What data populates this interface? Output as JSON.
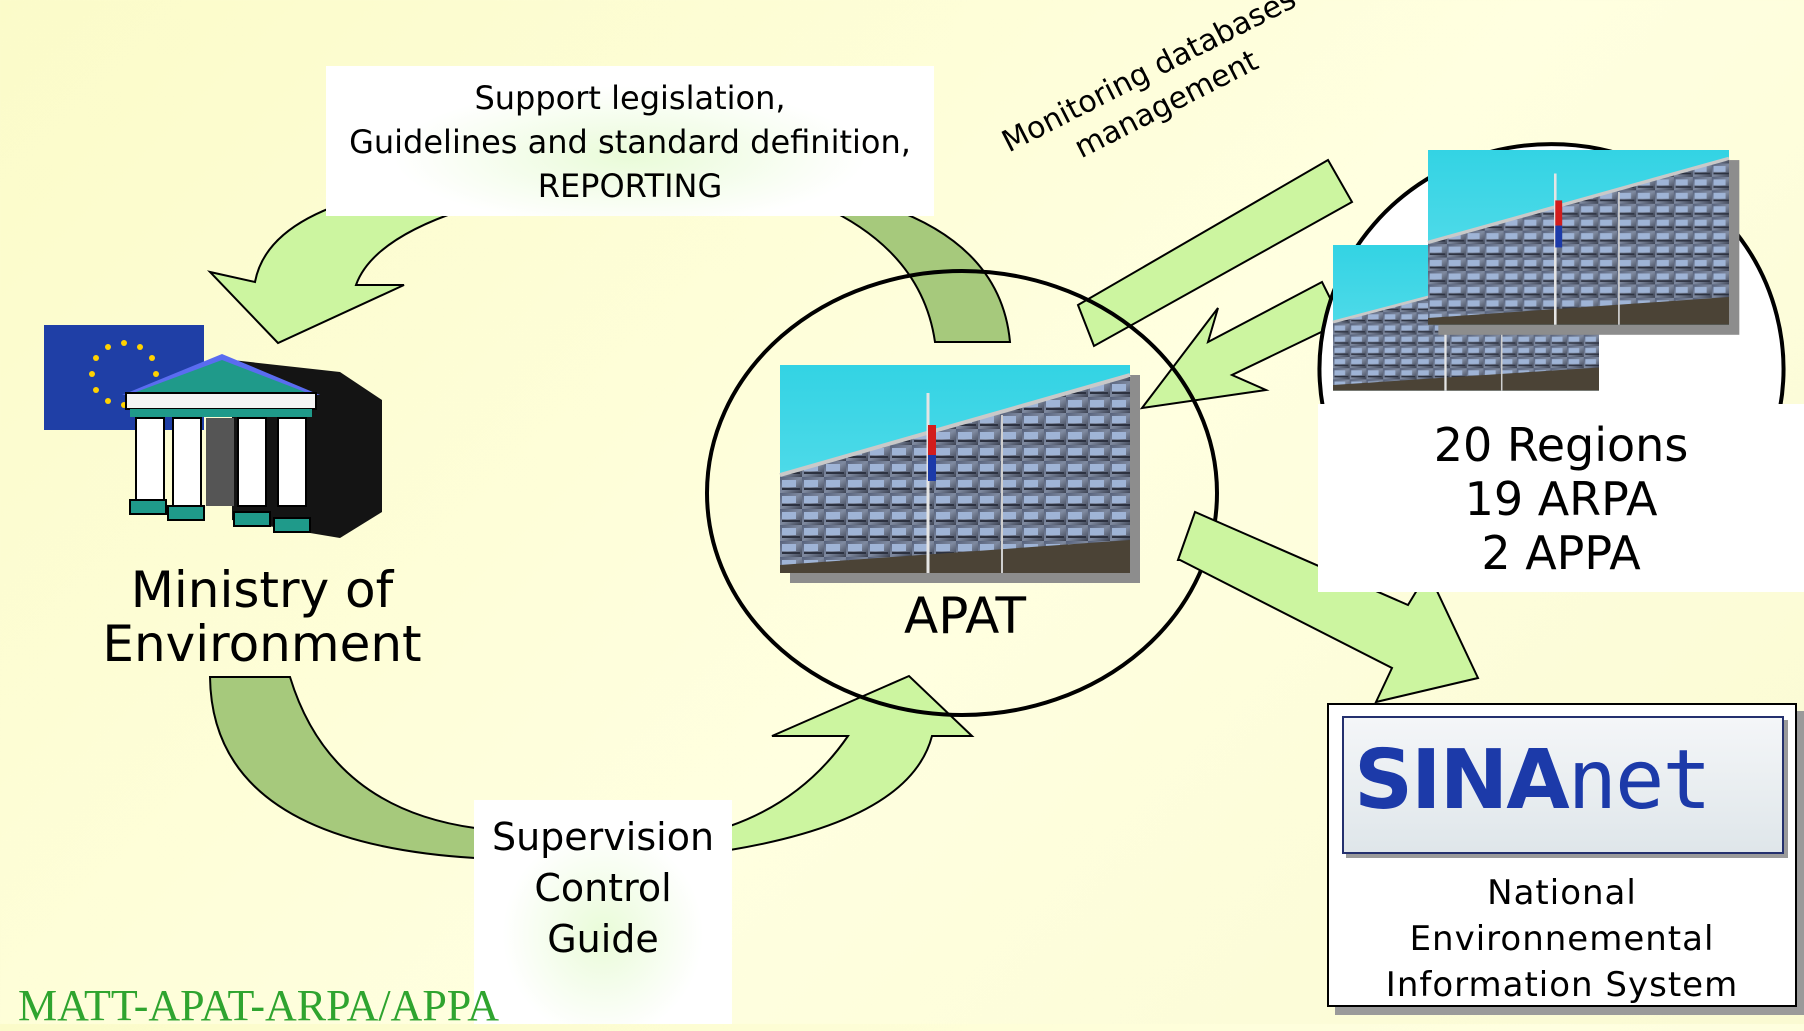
{
  "support_label": {
    "line1": "Support legislation,",
    "line2": "Guidelines and standard definition,",
    "line3": "REPORTING"
  },
  "monitoring_label": {
    "line1": "Monitoring databases",
    "line2": "management"
  },
  "ministry_label": {
    "line1": "Ministry of",
    "line2": "Environment"
  },
  "apat_label": "APAT",
  "regions_label": {
    "line1": "20 Regions",
    "line2": "19 ARPA",
    "line3": "2 APPA"
  },
  "supervision_label": {
    "line1": "Supervision",
    "line2": "Control",
    "line3": "Guide"
  },
  "sinanet": {
    "logo_part1": "SINA",
    "logo_part2": "net",
    "line1": "National",
    "line2": "Environnemental",
    "line3": "Information System"
  },
  "footer": "MATT-APAT-ARPA/APPA",
  "colors": {
    "arrow_light": "#ccf5a0",
    "arrow_dark": "#a6c97c",
    "eu_blue": "#1f3fa6",
    "eu_star": "#ffd200",
    "footer_green": "#2fa42f",
    "sky": "#3fd7e6",
    "temple_teal": "#1f9a8a"
  }
}
